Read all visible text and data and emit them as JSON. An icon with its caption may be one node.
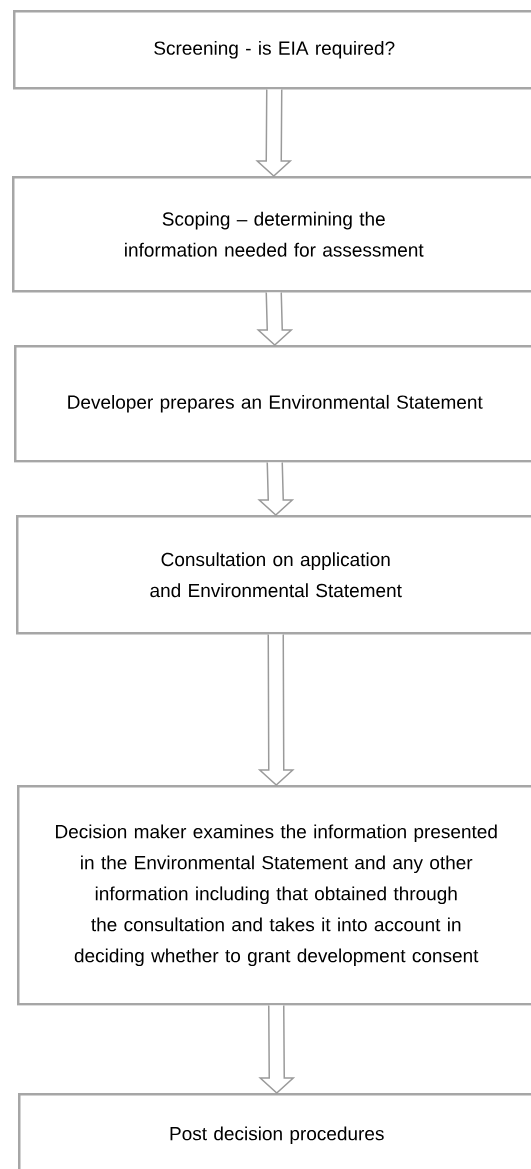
{
  "diagram": {
    "nodes": [
      {
        "text": [
          "Screening  - is EIA required?"
        ]
      },
      {
        "text": [
          "Scoping – determining the information needed for assessment"
        ]
      },
      {
        "text": [
          "Developer prepares an Environmental Statement"
        ]
      },
      {
        "text": [
          "Consultation on application and Environmental Statement"
        ]
      },
      {
        "text": [
          "Decision maker examines the information presented in the Environmental Statement and any other information including that obtained through the consultation and takes it into account in deciding whether to grant development consent"
        ]
      },
      {
        "text": [
          "Post decision procedures"
        ]
      }
    ],
    "edges": [
      {
        "from": 0,
        "to": 1,
        "arrow": "to"
      },
      {
        "from": 1,
        "to": 2,
        "arrow": "to"
      },
      {
        "from": 2,
        "to": 3,
        "arrow": "to"
      },
      {
        "from": 3,
        "to": 4,
        "arrow": "to"
      },
      {
        "from": 4,
        "to": 5,
        "arrow": "to"
      }
    ]
  }
}
